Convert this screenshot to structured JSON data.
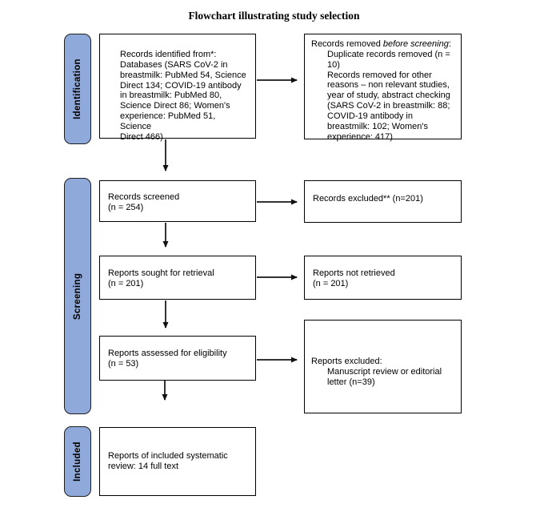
{
  "title": "Flowchart illustrating study selection",
  "colors": {
    "stage_fill": "#8FA9DB"
  },
  "stages": [
    {
      "label": "Identification"
    },
    {
      "label": "Screening"
    },
    {
      "label": "Included"
    }
  ],
  "boxes": {
    "identified": {
      "text": "Records identified from*:\nDatabases (SARS CoV-2 in\nbreastmilk: PubMed 54, Science\nDirect 134; COVID-19 antibody\nin breastmilk: PubMed 80,\nScience Direct 86; Women's\nexperience: PubMed 51, Science\nDirect 466)"
    },
    "records_removed": {
      "prefix": "Records removed ",
      "italic": "before screening",
      "suffix": ":",
      "items": [
        "Duplicate records removed (n =\n10)",
        "Records removed for other\nreasons – non relevant studies,\nyear of study, abstract checking\n(SARS CoV-2 in breastmilk: 88;\nCOVID-19 antibody in\nbreastmilk: 102; Women's\nexperience: 417)"
      ]
    },
    "records_screened": {
      "text": "Records screened\n(n = 254)"
    },
    "records_excluded": {
      "text": "Records excluded** (n=201)"
    },
    "reports_sought": {
      "text": "Reports sought for retrieval\n(n = 201)"
    },
    "reports_not_retrieved": {
      "text": "Reports not retrieved\n(n = 201)"
    },
    "reports_assessed": {
      "text": "Reports assessed for eligibility\n(n = 53)"
    },
    "reports_excluded": {
      "heading": "Reports excluded:",
      "items": [
        "Manuscript review or editorial\nletter (n=39)"
      ]
    },
    "included": {
      "text": "Reports of included systematic\nreview: 14 full text"
    }
  }
}
